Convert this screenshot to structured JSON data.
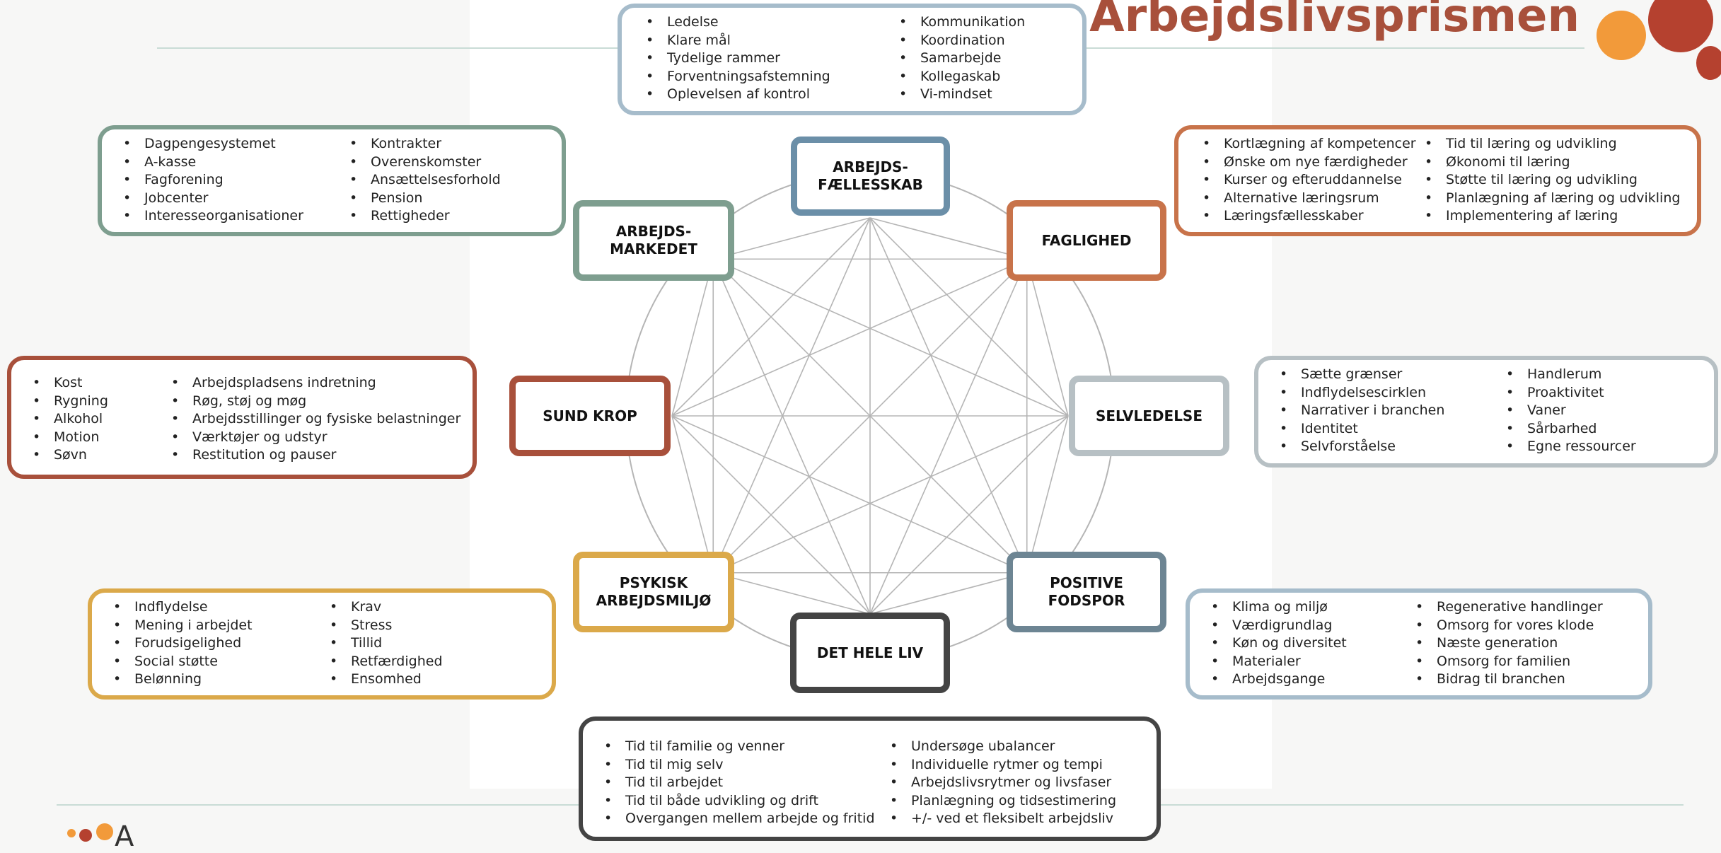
{
  "title": "Arbejdslivsprismen",
  "colors": {
    "blue": "#6b8fa8",
    "orange": "#c8734a",
    "lightgray": "#b7c0c4",
    "slate": "#6d8593",
    "dark": "#444444",
    "yellow": "#dba94a",
    "red": "#a8503b",
    "green": "#7e9e8f",
    "web_lines": "#b5b5b5",
    "title": "#a8503b",
    "dot_orange": "#f29a3a",
    "dot_red": "#b5412f"
  },
  "nodes": [
    {
      "id": "arbejdsfaellesskab",
      "label": "ARBEJDS-\nFÆLLESSKAB",
      "color": "#6b8fa8"
    },
    {
      "id": "faglighed",
      "label": "FAGLIGHED",
      "color": "#c8734a"
    },
    {
      "id": "selvledelse",
      "label": "SELVLEDELSE",
      "color": "#b7c0c4"
    },
    {
      "id": "positive-fodspor",
      "label": "POSITIVE\nFODSPOR",
      "color": "#6d8593"
    },
    {
      "id": "det-hele-liv",
      "label": "DET HELE LIV",
      "color": "#444444"
    },
    {
      "id": "psykisk-arbejdsmiljo",
      "label": "PSYKISK\nARBEJDSMILJØ",
      "color": "#dba94a"
    },
    {
      "id": "sund-krop",
      "label": "SUND KROP",
      "color": "#a8503b"
    },
    {
      "id": "arbejdsmarkedet",
      "label": "ARBEJDS-\nMARKEDET",
      "color": "#7e9e8f"
    }
  ],
  "boxes": [
    {
      "id": "arbejdsfaellesskab",
      "color": "#a6bccb",
      "col1": [
        "Ledelse",
        "Klare mål",
        "Tydelige rammer",
        "Forventningsafstemning",
        "Oplevelsen af kontrol"
      ],
      "col2": [
        "Kommunikation",
        "Koordination",
        "Samarbejde",
        "Kollegaskab",
        "Vi-mindset"
      ]
    },
    {
      "id": "faglighed",
      "color": "#c8734a",
      "col1": [
        "Kortlægning af kompetencer",
        "Ønske om nye færdigheder",
        "Kurser og efteruddannelse",
        "Alternative læringsrum",
        "Læringsfællesskaber"
      ],
      "col2": [
        "Tid til læring og udvikling",
        "Økonomi til læring",
        "Støtte til læring og udvikling",
        "Planlægning af læring og udvikling",
        "Implementering af læring"
      ]
    },
    {
      "id": "selvledelse",
      "color": "#b7c0c4",
      "col1": [
        "Sætte grænser",
        "Indflydelsescirklen",
        "Narrativer i branchen",
        "Identitet",
        "Selvforståelse"
      ],
      "col2": [
        "Handlerum",
        "Proaktivitet",
        "Vaner",
        "Sårbarhed",
        "Egne ressourcer"
      ]
    },
    {
      "id": "positive-fodspor",
      "color": "#a6bccb",
      "col1": [
        "Klima og miljø",
        "Værdigrundlag",
        "Køn og diversitet",
        "Materialer",
        "Arbejdsgange"
      ],
      "col2": [
        "Regenerative handlinger",
        "Omsorg for vores klode",
        "Næste generation",
        "Omsorg for familien",
        "Bidrag til branchen"
      ]
    },
    {
      "id": "det-hele-liv",
      "color": "#444444",
      "col1": [
        "Tid til familie og venner",
        "Tid til mig selv",
        "Tid til arbejdet",
        "Tid til både udvikling og drift",
        "Overgangen mellem arbejde og fritid"
      ],
      "col2": [
        "Undersøge ubalancer",
        "Individuelle rytmer og tempi",
        "Arbejdslivsrytmer og livsfaser",
        "Planlægning og tidsestimering",
        "+/- ved et fleksibelt arbejdsliv"
      ]
    },
    {
      "id": "psykisk-arbejdsmiljo",
      "color": "#dba94a",
      "col1": [
        "Indflydelse",
        "Mening i arbejdet",
        "Forudsigelighed",
        "Social støtte",
        "Belønning"
      ],
      "col2": [
        "Krav",
        "Stress",
        "Tillid",
        "Retfærdighed",
        "Ensomhed"
      ]
    },
    {
      "id": "sund-krop",
      "color": "#a8503b",
      "col1": [
        "Kost",
        "Rygning",
        "Alkohol",
        "Motion",
        "Søvn"
      ],
      "col2": [
        "Arbejdspladsens indretning",
        "Røg, støj og møg",
        "Arbejdsstillinger og fysiske belastninger",
        "Værktøjer og udstyr",
        "Restitution og pauser"
      ]
    },
    {
      "id": "arbejdsmarkedet",
      "color": "#7e9e8f",
      "col1": [
        "Dagpengesystemet",
        "A-kasse",
        "Fagforening",
        "Jobcenter",
        "Interesseorganisationer"
      ],
      "col2": [
        "Kontrakter",
        "Overenskomster",
        "Ansættelsesforhold",
        "Pension",
        "Rettigheder"
      ]
    }
  ],
  "logo_text": "A"
}
